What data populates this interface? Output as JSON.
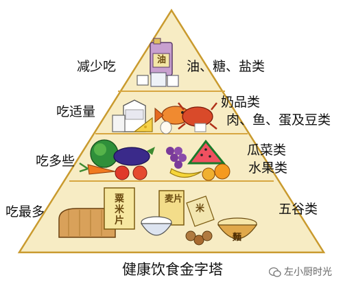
{
  "tiers": [
    {
      "left_label": "减少吃",
      "right_label": "油、糖、盐类",
      "icons": [
        "oil-can-icon",
        "sugar-cube-icon",
        "salt-box-icon"
      ]
    },
    {
      "left_label": "吃适量",
      "right_label_line1": "奶品类",
      "right_label_line2": "肉、鱼、蛋及豆类",
      "icons": [
        "milk-carton-icon",
        "cheese-icon",
        "fish-icon",
        "crab-icon",
        "egg-icon"
      ]
    },
    {
      "left_label": "吃多些",
      "right_label_line1": "瓜菜类",
      "right_label_line2": "水果类",
      "icons": [
        "cabbage-icon",
        "eggplant-icon",
        "carrot-icon",
        "tomato-icon",
        "grapes-icon",
        "watermelon-icon",
        "banana-icon",
        "orange-icon"
      ]
    },
    {
      "left_label": "吃最多",
      "right_label": "五谷类",
      "icons": [
        "bread-loaf-icon",
        "cereal-box-icon",
        "rice-bowl-icon",
        "biscuits-icon",
        "noodle-bowl-icon"
      ]
    }
  ],
  "packages": {
    "oil": "油",
    "cereal": "粟米片",
    "wheat": "麦片",
    "rice_bag": "米",
    "noodle": "麵"
  },
  "title": "健康饮食金字塔",
  "watermark": "左小厨时光",
  "colors": {
    "pyramid_fill": "#f7ecc4",
    "pyramid_stroke": "#c99a2e",
    "tier_line": "#d7a640"
  }
}
